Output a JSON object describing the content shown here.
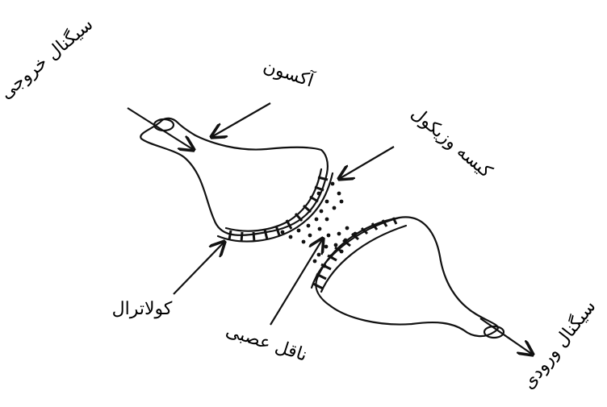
{
  "labels": {
    "axon": "آکسون",
    "vesicle": "کیسه وزیکول",
    "collateral": "کولاترال",
    "neurotransmitter": "ناقل عصبی",
    "output_signal": "سیگنال خروجی",
    "input_signal": "سیگنال ورودی"
  },
  "colors": {
    "ink": "#111111",
    "background": "#ffffff"
  }
}
